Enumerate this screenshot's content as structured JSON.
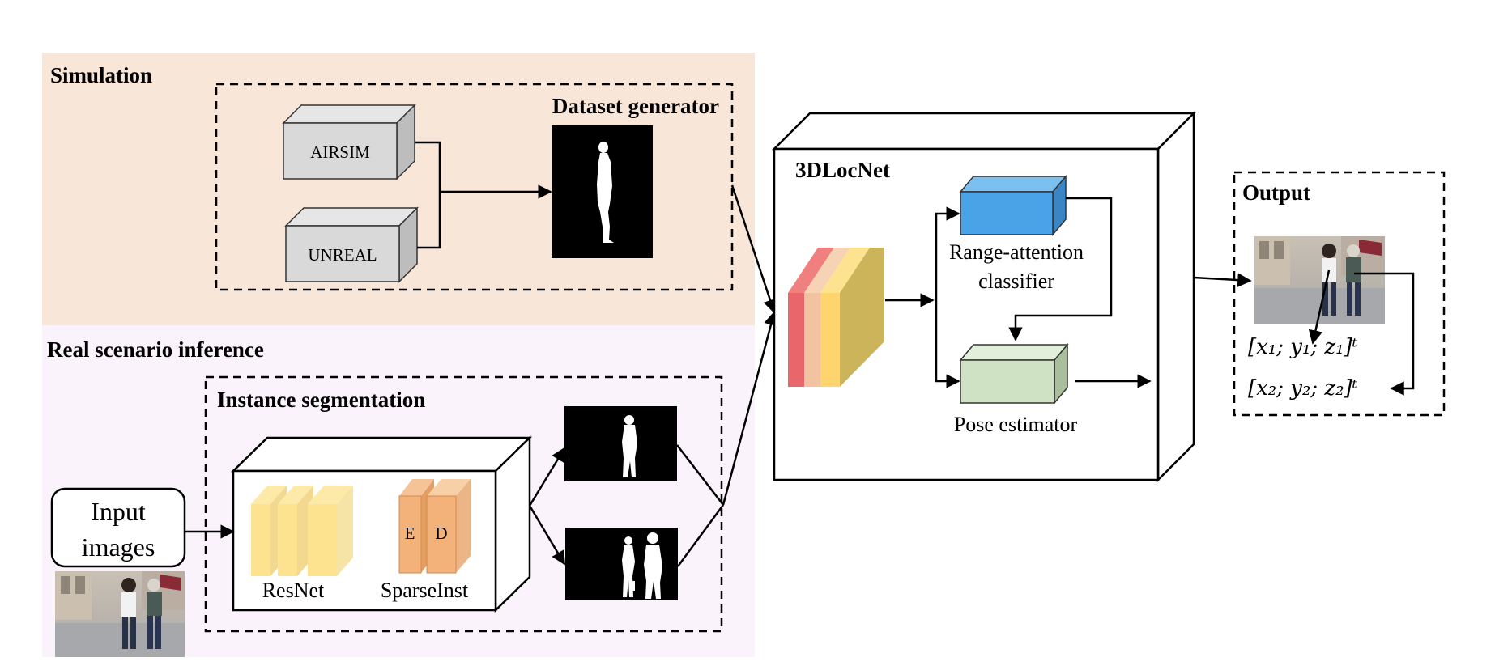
{
  "sections": {
    "simulation": "Simulation",
    "real_scenario": "Real scenario inference"
  },
  "dataset_generator": {
    "title": "Dataset generator",
    "engines": [
      "AIRSIM",
      "UNREAL"
    ]
  },
  "instance_segmentation": {
    "title": "Instance segmentation",
    "backbone": "ResNet",
    "head": "SparseInst",
    "encoder": "E",
    "decoder": "D"
  },
  "input": {
    "label_line1": "Input",
    "label_line2": "images"
  },
  "network": {
    "title": "3DLocNet",
    "classifier_line1": "Range-attention",
    "classifier_line2": "classifier",
    "pose": "Pose estimator"
  },
  "output": {
    "title": "Output",
    "coord1": "[x₁; y₁; z₁]ᵗ",
    "coord2": "[x₂; y₂; z₂]ᵗ"
  },
  "colors": {
    "simulation_bg": "#f8e6d8",
    "real_bg": "#fbf3fc",
    "gray_box": "#d9d9d9",
    "classifier_blue": "#4aa3e6",
    "pose_green": "#cfe3c4",
    "resnet_yellow": "#fde28f",
    "sparseinst_orange": "#f2b27a"
  }
}
